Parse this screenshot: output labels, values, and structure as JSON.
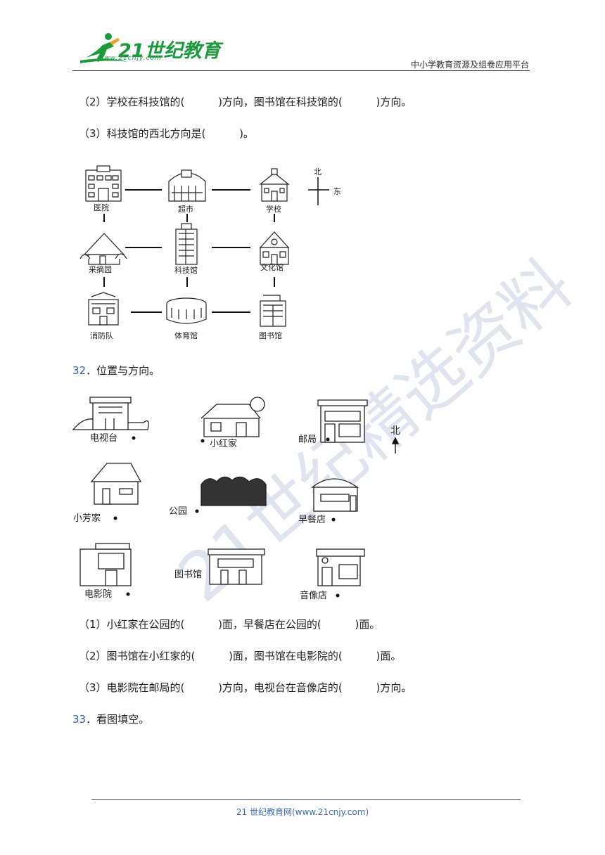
{
  "header": {
    "logo_text": "21世纪教育",
    "logo_url": "www.21cnjy.com",
    "right_text": "中小学教育资源及组卷应用平台"
  },
  "q31": {
    "line2": "（2）学校在科技馆的(          )方向，图书馆在科技馆的(          )方向。",
    "line3": "（3）科技馆的西北方向是(          )。",
    "compass": {
      "north": "北",
      "east": "东"
    },
    "buildings": [
      "医院",
      "超市",
      "学校",
      "采摘园",
      "科技馆",
      "文化馆",
      "消防队",
      "体育馆",
      "图书馆"
    ]
  },
  "q32": {
    "number": "32",
    "title": "．位置与方向。",
    "compass_north": "北",
    "places": [
      "电视台",
      "小红家",
      "邮局",
      "小芳家",
      "公园",
      "早餐店",
      "电影院",
      "图书馆",
      "音像店"
    ],
    "line1": "（1）小红家在公园的(          )面，早餐店在公园的(          )面。",
    "line2": "（2）图书馆在小红家的(          )面，图书馆在电影院的(          )面。",
    "line3": "（3）电影院在邮局的(          )方向，电视台在音像店的(          )方向。"
  },
  "q33": {
    "number": "33",
    "title": "．看图填空。"
  },
  "watermark": "21世纪精选资料",
  "footer": "21 世纪教育网(www.21cnjy.com)"
}
